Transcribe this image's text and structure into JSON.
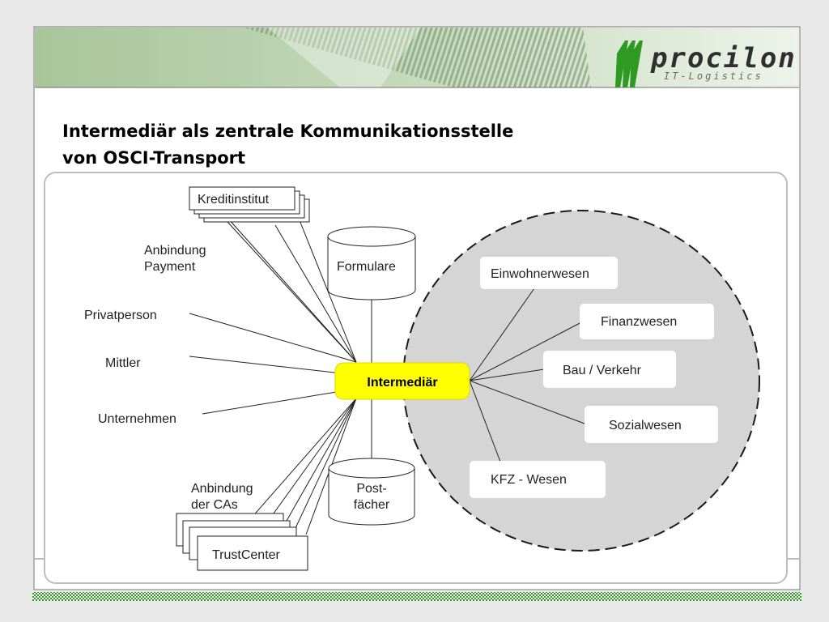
{
  "title": {
    "line1": "Intermediär als zentrale Kommunikationsstelle",
    "line2": "von OSCI-Transport"
  },
  "logo": {
    "name": "procilon",
    "tagline": "IT-Logistics"
  },
  "diagram": {
    "center": "Intermediär",
    "left_sources": {
      "kreditinstitut": "Kreditinstitut",
      "anbindung_payment_1": "Anbindung",
      "anbindung_payment_2": "Payment",
      "privatperson": "Privatperson",
      "mittler": "Mittler",
      "unternehmen": "Unternehmen",
      "anbindung_cas_1": "Anbindung",
      "anbindung_cas_2": "der CAs",
      "trustcenter": "TrustCenter"
    },
    "stores": {
      "formulare": "Formulare",
      "postfaecher_1": "Post-",
      "postfaecher_2": "fächer"
    },
    "domain_services": {
      "einwohnerwesen": "Einwohnerwesen",
      "finanzwesen": "Finanzwesen",
      "bau_verkehr": "Bau / Verkehr",
      "sozialwesen": "Sozialwesen",
      "kfz_wesen": "KFZ - Wesen"
    }
  },
  "colors": {
    "center_fill": "#ffff00",
    "circle_fill": "#d4d4d4",
    "header_green": "#a9c79a",
    "stripe_green": "#3a9a2a"
  }
}
